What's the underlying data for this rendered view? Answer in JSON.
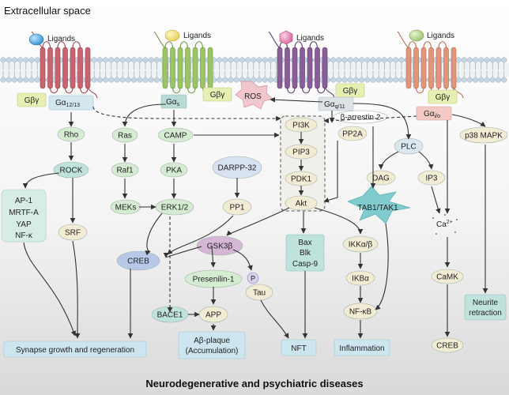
{
  "region_title": "Extracellular space",
  "ligands": [
    "Ligands",
    "Ligands",
    "Ligands",
    "Ligands"
  ],
  "g_proteins": {
    "gbg": "Gβγ",
    "ga1213_main": "Gα",
    "ga1213_sub": "12/13",
    "gas_main": "Gα",
    "gas_sub": "s",
    "gaq11_main": "Gα",
    "gaq11_sub": "q/11",
    "gaio_main": "Gα",
    "gaio_sub": "i/o"
  },
  "nodes": {
    "ros": "ROS",
    "rho": "Rho",
    "rock": "ROCK",
    "tf_list": [
      "AP-1",
      "MRTF-A",
      "YAP",
      "NF-κ"
    ],
    "srf": "SRF",
    "ras": "Ras",
    "raf1": "Raf1",
    "meks": "MEKs",
    "camp": "CAMP",
    "pka": "PKA",
    "erk": "ERK1/2",
    "darpp": "DARPP-32",
    "pp1": "PP1",
    "creb_left": "CREB",
    "pi3k": "PI3K",
    "pip3": "PIP3",
    "pdk1": "PDK1",
    "akt": "Akt",
    "barrestin": "β-arrestin 2",
    "pp2a": "PP2A",
    "plc": "PLC",
    "dag": "DAG",
    "ip3": "IP3",
    "ca_main": "Ca",
    "ca_sup": "2+",
    "tab": "TAB1/TAK1",
    "p38": "p38 MAPK",
    "gsk": "GSK3β",
    "presenilin": "Presenilin-1",
    "p": "P",
    "tau": "Tau",
    "bace1": "BACE1",
    "app": "APP",
    "abeta": [
      "Aβ-plaque",
      "(Accumulation)"
    ],
    "bax": [
      "Bax",
      "Blk",
      "Casp-9"
    ],
    "nft": "NFT",
    "ikk": "IKKα/β",
    "ikb": "IKBα",
    "nfkb": "NF-κB",
    "inflammation": "Inflammation",
    "camk": "CaMK",
    "creb_right": "CREB",
    "neurite": [
      "Neurite",
      "retraction"
    ],
    "synapse": "Synapse growth and regeneration"
  },
  "bottom_title": "Neurodegenerative and psychiatric diseases",
  "colors": {
    "membrane_head": "#c5d6e2",
    "receptor_red": "#c7646f",
    "receptor_green": "#9bc465",
    "receptor_purple": "#8a5d9a",
    "receptor_orange": "#e1967b",
    "node_green": "#d6ecd2",
    "node_beige": "#f2ecd4",
    "node_teal": "#bfe2dc",
    "box_blue": "#cce5ee",
    "creb_blue": "#b8c8e8",
    "gsk_purple": "#d5b6d5",
    "ros_pink": "#f2c6cd",
    "tak_teal": "#7fcbce"
  }
}
